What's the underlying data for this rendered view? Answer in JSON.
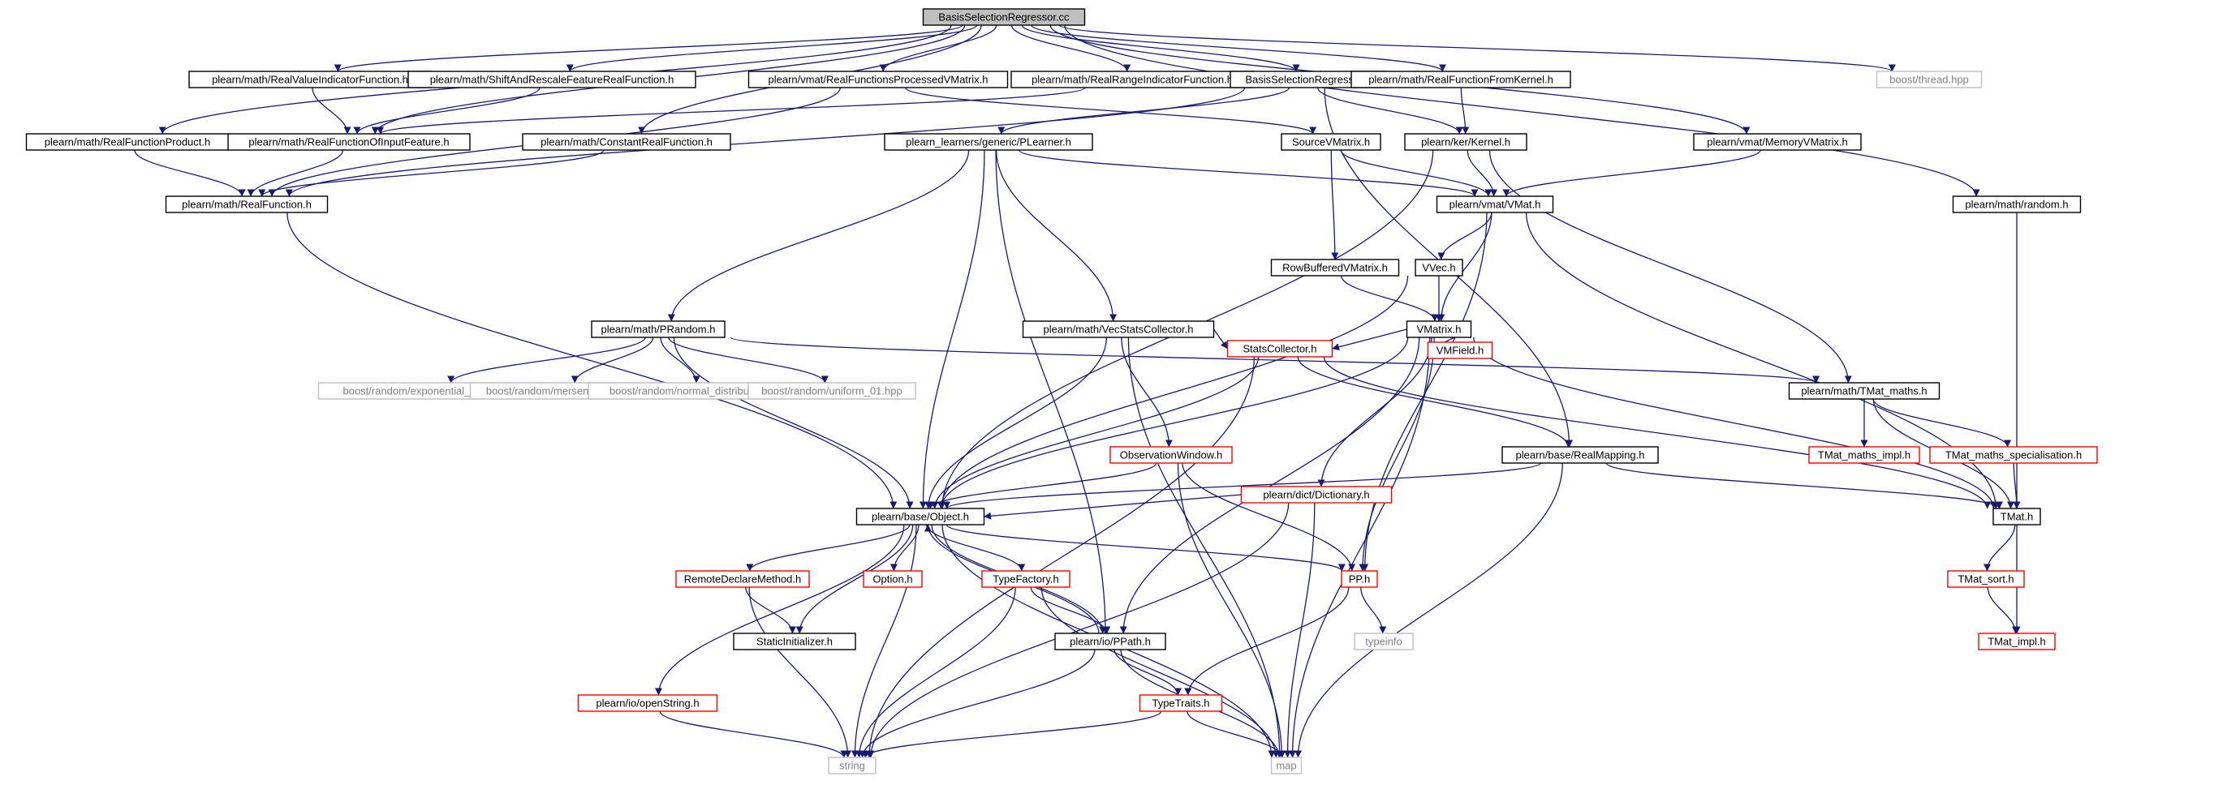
{
  "diagram": {
    "type": "include-dependency-graph",
    "colors": {
      "edge": "#191970",
      "root_fill": "#bfbfbf",
      "documented_border": "#000000",
      "truncated_border": "#ff0000",
      "external_border": "#bfbfbf",
      "external_text": "#808080"
    },
    "nodes": [
      {
        "id": "root",
        "label": "BasisSelectionRegressor.cc",
        "kind": "root"
      },
      {
        "id": "rvif",
        "label": "plearn/math/RealValueIndicatorFunction.h",
        "kind": "normal"
      },
      {
        "id": "sarf",
        "label": "plearn/math/ShiftAndRescaleFeatureRealFunction.h",
        "kind": "normal"
      },
      {
        "id": "rfpv",
        "label": "plearn/vmat/RealFunctionsProcessedVMatrix.h",
        "kind": "normal"
      },
      {
        "id": "rrif",
        "label": "plearn/math/RealRangeIndicatorFunction.h",
        "kind": "normal"
      },
      {
        "id": "bsrh",
        "label": "BasisSelectionRegressor.h",
        "kind": "normal"
      },
      {
        "id": "rffk",
        "label": "plearn/math/RealFunctionFromKernel.h",
        "kind": "normal"
      },
      {
        "id": "bthr",
        "label": "boost/thread.hpp",
        "kind": "ext"
      },
      {
        "id": "rfp",
        "label": "plearn/math/RealFunctionProduct.h",
        "kind": "normal"
      },
      {
        "id": "rfoi",
        "label": "plearn/math/RealFunctionOfInputFeature.h",
        "kind": "normal"
      },
      {
        "id": "crf",
        "label": "plearn/math/ConstantRealFunction.h",
        "kind": "normal"
      },
      {
        "id": "pl",
        "label": "plearn_learners/generic/PLearner.h",
        "kind": "normal"
      },
      {
        "id": "svm",
        "label": "SourceVMatrix.h",
        "kind": "normal"
      },
      {
        "id": "kern",
        "label": "plearn/ker/Kernel.h",
        "kind": "normal"
      },
      {
        "id": "mvm",
        "label": "plearn/vmat/MemoryVMatrix.h",
        "kind": "normal"
      },
      {
        "id": "rf",
        "label": "plearn/math/RealFunction.h",
        "kind": "normal"
      },
      {
        "id": "vmat",
        "label": "plearn/vmat/VMat.h",
        "kind": "normal"
      },
      {
        "id": "rnd",
        "label": "plearn/math/random.h",
        "kind": "normal"
      },
      {
        "id": "rbvm",
        "label": "RowBufferedVMatrix.h",
        "kind": "normal"
      },
      {
        "id": "vvec",
        "label": "VVec.h",
        "kind": "normal"
      },
      {
        "id": "pran",
        "label": "plearn/math/PRandom.h",
        "kind": "normal"
      },
      {
        "id": "vsc",
        "label": "plearn/math/VecStatsCollector.h",
        "kind": "normal"
      },
      {
        "id": "vmx",
        "label": "VMatrix.h",
        "kind": "normal"
      },
      {
        "id": "bexp",
        "label": "boost/random/exponential_distribution.hpp",
        "kind": "ext"
      },
      {
        "id": "bmer",
        "label": "boost/random/mersenne_twister.hpp",
        "kind": "ext"
      },
      {
        "id": "bnor",
        "label": "boost/random/normal_distribution.hpp",
        "kind": "ext"
      },
      {
        "id": "buni",
        "label": "boost/random/uniform_01.hpp",
        "kind": "ext"
      },
      {
        "id": "stc",
        "label": "StatsCollector.h",
        "kind": "red"
      },
      {
        "id": "vmf",
        "label": "VMField.h",
        "kind": "red"
      },
      {
        "id": "tmm",
        "label": "plearn/math/TMat_maths.h",
        "kind": "normal"
      },
      {
        "id": "tmmi",
        "label": "TMat_maths_impl.h",
        "kind": "red"
      },
      {
        "id": "tmms",
        "label": "TMat_maths_specialisation.h",
        "kind": "red"
      },
      {
        "id": "obw",
        "label": "ObservationWindow.h",
        "kind": "red"
      },
      {
        "id": "dict",
        "label": "plearn/dict/Dictionary.h",
        "kind": "red"
      },
      {
        "id": "rmap",
        "label": "plearn/base/RealMapping.h",
        "kind": "normal"
      },
      {
        "id": "obj",
        "label": "plearn/base/Object.h",
        "kind": "normal"
      },
      {
        "id": "tmat",
        "label": "TMat.h",
        "kind": "normal"
      },
      {
        "id": "rdm",
        "label": "RemoteDeclareMethod.h",
        "kind": "red"
      },
      {
        "id": "opt",
        "label": "Option.h",
        "kind": "red"
      },
      {
        "id": "tf",
        "label": "TypeFactory.h",
        "kind": "red"
      },
      {
        "id": "pp",
        "label": "PP.h",
        "kind": "red"
      },
      {
        "id": "tsort",
        "label": "TMat_sort.h",
        "kind": "red"
      },
      {
        "id": "sini",
        "label": "StaticInitializer.h",
        "kind": "normal"
      },
      {
        "id": "ppath",
        "label": "plearn/io/PPath.h",
        "kind": "normal"
      },
      {
        "id": "tinfo",
        "label": "typeinfo",
        "kind": "ext"
      },
      {
        "id": "timpl",
        "label": "TMat_impl.h",
        "kind": "red"
      },
      {
        "id": "ostr",
        "label": "plearn/io/openString.h",
        "kind": "red"
      },
      {
        "id": "ttr",
        "label": "TypeTraits.h",
        "kind": "red"
      },
      {
        "id": "str",
        "label": "string",
        "kind": "ext"
      },
      {
        "id": "map",
        "label": "map",
        "kind": "ext"
      }
    ],
    "edges": [
      [
        "root",
        "rvif"
      ],
      [
        "root",
        "sarf"
      ],
      [
        "root",
        "rfpv"
      ],
      [
        "root",
        "rrif"
      ],
      [
        "root",
        "bsrh"
      ],
      [
        "root",
        "rffk"
      ],
      [
        "root",
        "bthr"
      ],
      [
        "root",
        "rfp"
      ],
      [
        "root",
        "rfoi"
      ],
      [
        "root",
        "crf"
      ],
      [
        "root",
        "mvm"
      ],
      [
        "root",
        "rnd"
      ],
      [
        "rvif",
        "rfoi"
      ],
      [
        "sarf",
        "rfoi"
      ],
      [
        "rfpv",
        "rf"
      ],
      [
        "rfpv",
        "svm"
      ],
      [
        "rrif",
        "rfoi"
      ],
      [
        "bsrh",
        "pl"
      ],
      [
        "bsrh",
        "rf"
      ],
      [
        "bsrh",
        "kern"
      ],
      [
        "bsrh",
        "rmap"
      ],
      [
        "rffk",
        "kern"
      ],
      [
        "rfp",
        "rf"
      ],
      [
        "rfoi",
        "rf"
      ],
      [
        "crf",
        "rf"
      ],
      [
        "pl",
        "vmat"
      ],
      [
        "pl",
        "pran"
      ],
      [
        "pl",
        "vsc"
      ],
      [
        "pl",
        "obj"
      ],
      [
        "pl",
        "ppath"
      ],
      [
        "svm",
        "vmat"
      ],
      [
        "svm",
        "rbvm"
      ],
      [
        "kern",
        "vmat"
      ],
      [
        "kern",
        "obj"
      ],
      [
        "kern",
        "tmm"
      ],
      [
        "mvm",
        "vmat"
      ],
      [
        "rf",
        "obj"
      ],
      [
        "vmat",
        "vvec"
      ],
      [
        "vmat",
        "vmx"
      ],
      [
        "vmat",
        "pp"
      ],
      [
        "vmat",
        "tmat"
      ],
      [
        "rnd",
        "tmat"
      ],
      [
        "rbvm",
        "vmx"
      ],
      [
        "vvec",
        "vmx"
      ],
      [
        "vvec",
        "obj"
      ],
      [
        "pran",
        "bexp"
      ],
      [
        "pran",
        "bmer"
      ],
      [
        "pran",
        "bnor"
      ],
      [
        "pran",
        "buni"
      ],
      [
        "pran",
        "obj"
      ],
      [
        "pran",
        "tmm"
      ],
      [
        "vsc",
        "stc"
      ],
      [
        "vsc",
        "obw"
      ],
      [
        "vsc",
        "obj"
      ],
      [
        "vsc",
        "map"
      ],
      [
        "vmx",
        "stc"
      ],
      [
        "vmx",
        "vmf"
      ],
      [
        "vmx",
        "dict"
      ],
      [
        "vmx",
        "obj"
      ],
      [
        "vmx",
        "pp"
      ],
      [
        "vmx",
        "ppath"
      ],
      [
        "vmx",
        "tmat"
      ],
      [
        "vmx",
        "map"
      ],
      [
        "stc",
        "rmap"
      ],
      [
        "stc",
        "obj"
      ],
      [
        "stc",
        "tmat"
      ],
      [
        "stc",
        "str"
      ],
      [
        "tmm",
        "tmmi"
      ],
      [
        "tmm",
        "tmms"
      ],
      [
        "tmm",
        "tmat"
      ],
      [
        "tmms",
        "tmat"
      ],
      [
        "obw",
        "obj"
      ],
      [
        "obw",
        "pp"
      ],
      [
        "obw",
        "map"
      ],
      [
        "dict",
        "obj"
      ],
      [
        "dict",
        "str"
      ],
      [
        "dict",
        "map"
      ],
      [
        "rmap",
        "obj"
      ],
      [
        "rmap",
        "tmat"
      ],
      [
        "rmap",
        "map"
      ],
      [
        "obj",
        "rdm"
      ],
      [
        "obj",
        "opt"
      ],
      [
        "obj",
        "tf"
      ],
      [
        "obj",
        "pp"
      ],
      [
        "obj",
        "sini"
      ],
      [
        "obj",
        "ppath"
      ],
      [
        "obj",
        "ostr"
      ],
      [
        "obj",
        "str"
      ],
      [
        "obj",
        "map"
      ],
      [
        "tmat",
        "tsort"
      ],
      [
        "tmat",
        "timpl"
      ],
      [
        "tsort",
        "timpl"
      ],
      [
        "rdm",
        "sini"
      ],
      [
        "rdm",
        "str"
      ],
      [
        "tf",
        "ppath"
      ],
      [
        "tf",
        "str"
      ],
      [
        "tf",
        "map"
      ],
      [
        "pp",
        "tinfo"
      ],
      [
        "pp",
        "ttr"
      ],
      [
        "ppath",
        "obj"
      ],
      [
        "ppath",
        "ttr"
      ],
      [
        "ppath",
        "str"
      ],
      [
        "ppath",
        "map"
      ],
      [
        "ostr",
        "str"
      ],
      [
        "ttr",
        "str"
      ],
      [
        "ttr",
        "map"
      ]
    ]
  }
}
